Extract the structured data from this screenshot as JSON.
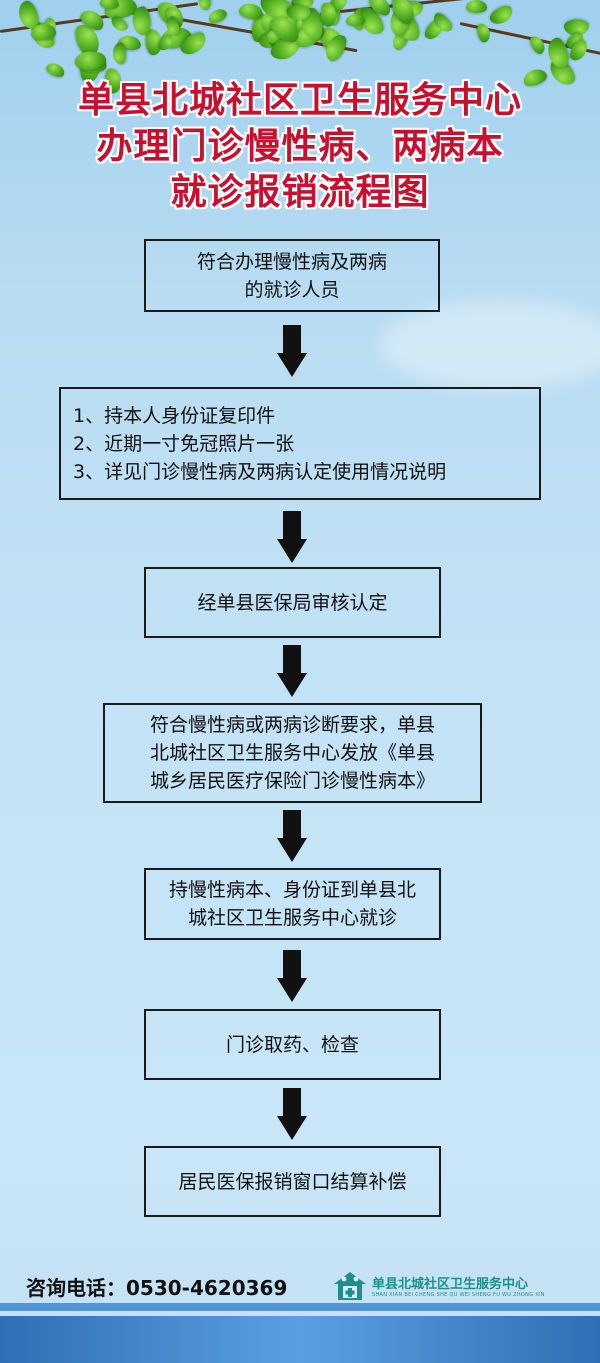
{
  "title": {
    "line1": "单县北城社区卫生服务中心",
    "line2": "办理门诊慢性病、两病本",
    "line3": "就诊报销流程图"
  },
  "steps": [
    {
      "lines": [
        "符合办理慢性病及两病",
        "的就诊人员"
      ]
    },
    {
      "lines": [
        "1、持本人身份证复印件",
        "2、近期一寸免冠照片一张",
        "3、详见门诊慢性病及两病认定使用情况说明"
      ]
    },
    {
      "lines": [
        "经单县医保局审核认定"
      ]
    },
    {
      "lines": [
        "符合慢性病或两病诊断要求，单县",
        "北城社区卫生服务中心发放《单县",
        "城乡居民医疗保险门诊慢性病本》"
      ]
    },
    {
      "lines": [
        "持慢性病本、身份证到单县北",
        "城社区卫生服务中心就诊"
      ]
    },
    {
      "lines": [
        "门诊取药、检查"
      ]
    },
    {
      "lines": [
        "居民医保报销窗口结算补偿"
      ]
    }
  ],
  "footer": {
    "contact_label": "咨询电话：",
    "phone": "0530-4620369",
    "org_name": "单县北城社区卫生服务中心",
    "org_pinyin": "SHAN XIAN BEI CHENG SHE QU WEI SHENG FU WU ZHONG XIN",
    "logo_icon": "community-health-house-icon",
    "accent_color": "#1f8f8a"
  },
  "colors": {
    "title": "#c8102e",
    "box_border": "#1a1a1a",
    "arrow": "#111111"
  }
}
